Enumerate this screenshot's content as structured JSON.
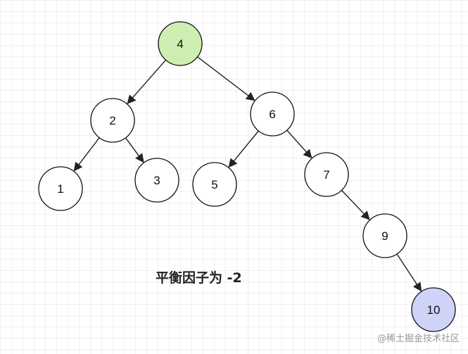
{
  "diagram": {
    "caption": "平衡因子为 -2",
    "watermark": "@稀土掘金技术社区",
    "colors": {
      "root_fill": "#cdeeb0",
      "new_node_fill": "#cfd3f8",
      "default_fill": "#ffffff",
      "stroke": "#111111"
    },
    "nodes": [
      {
        "id": "n4",
        "label": "4",
        "fill": "#cdeeb0"
      },
      {
        "id": "n2",
        "label": "2",
        "fill": "#ffffff"
      },
      {
        "id": "n6",
        "label": "6",
        "fill": "#ffffff"
      },
      {
        "id": "n1",
        "label": "1",
        "fill": "#ffffff"
      },
      {
        "id": "n3",
        "label": "3",
        "fill": "#ffffff"
      },
      {
        "id": "n5",
        "label": "5",
        "fill": "#ffffff"
      },
      {
        "id": "n7",
        "label": "7",
        "fill": "#ffffff"
      },
      {
        "id": "n9",
        "label": "9",
        "fill": "#ffffff"
      },
      {
        "id": "n10",
        "label": "10",
        "fill": "#cfd3f8"
      }
    ],
    "edges": [
      {
        "from": "n4",
        "to": "n2"
      },
      {
        "from": "n4",
        "to": "n6"
      },
      {
        "from": "n2",
        "to": "n1"
      },
      {
        "from": "n2",
        "to": "n3"
      },
      {
        "from": "n6",
        "to": "n5"
      },
      {
        "from": "n6",
        "to": "n7"
      },
      {
        "from": "n7",
        "to": "n9"
      },
      {
        "from": "n9",
        "to": "n10"
      }
    ]
  }
}
